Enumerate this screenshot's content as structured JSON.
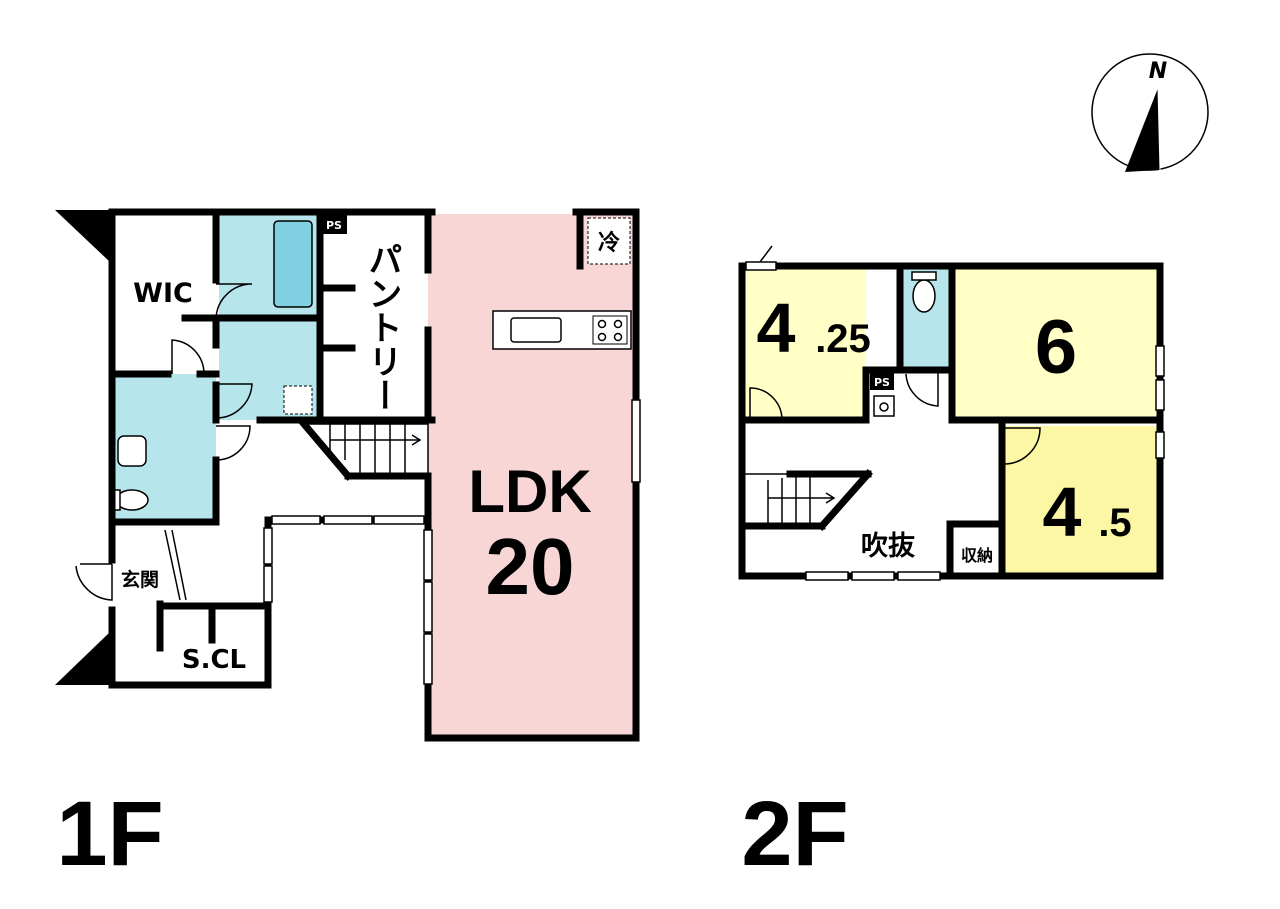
{
  "compass": {
    "north_label": "N"
  },
  "floor1": {
    "floor_label": "1F",
    "rooms": {
      "wic": "WIC",
      "ps": "PS",
      "pantry": "パントリー",
      "fridge": "冷",
      "ldk_name": "LDK",
      "ldk_size": "20",
      "entrance": "玄関",
      "shoe_closet": "S.CL"
    }
  },
  "floor2": {
    "floor_label": "2F",
    "rooms": {
      "room_a_int": "4",
      "room_a_frac": ".25",
      "room_b": "6",
      "room_c_int": "4",
      "room_c_frac": ".5",
      "ps": "PS",
      "void": "吹抜",
      "storage": "収納"
    }
  },
  "colors": {
    "ldk": "#f9d6d6",
    "wet_area": "#b6e6ec",
    "bedroom": "#ffffc6",
    "bedroom_alt": "#fbf7a4",
    "wall": "#000000"
  }
}
